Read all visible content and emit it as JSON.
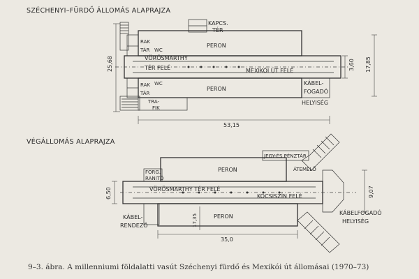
{
  "top_plan": {
    "title": "SZÉCHENYI–FÜRDŐ ÁLLOMÁS ALAPRAJZA",
    "labels": {
      "kapcs": "KAPCS.",
      "ter": "TÉR",
      "peron_upper": "PERON",
      "peron_lower": "PERON",
      "rak1": "RAK",
      "tar1": "TÁR",
      "wc1": "WC",
      "rak2": "RAK",
      "tar2": "TÁR",
      "wc2": "WC",
      "vorosmarthy": "VÖRÖSMARTHY",
      "ter_fele": "TÉR FELÉ",
      "mexikoi": "MEXIKÓI  ÚT  FELÉ",
      "kabel": "KÁBEL-",
      "fogado": "FOGADÓ",
      "helyiseg": "HELYISÉG",
      "tra": "TRA-",
      "fik": "FIK"
    },
    "dims": {
      "height_total": "25,68",
      "track_width": "3,60",
      "right_height": "17,85",
      "length": "53,15"
    }
  },
  "bottom_plan": {
    "title": "VÉGÁLLOMÁS  ALAPRAJZA",
    "labels": {
      "jegy": "JEGY-ÉS PÉNZTÁR",
      "peron_upper": "PERON",
      "peron_lower": "PERON",
      "atemelo": "ÁTEMELŐ",
      "forg1": "FORG.",
      "forg2": "RANITÓ",
      "vorosmarthy": "VÖRÖSMARTHY  TÉR  FELÉ",
      "kocsiszin": "KOCSISZÍN  FELÉ",
      "kabel1": "KÁBEL-",
      "kabel2": "RENDEZŐ",
      "kabelfogado": "KÁBELFOGADÓ",
      "helyiseg": "HELYISÉG"
    },
    "dims": {
      "left_height": "6,50",
      "right_height": "9,07",
      "mid_height": "17,35",
      "length": "35,0"
    }
  },
  "caption": "9–3. ábra. A millenniumi földalatti vasút Széchenyi fürdő és Mexikói út állomásai (1970–73)"
}
